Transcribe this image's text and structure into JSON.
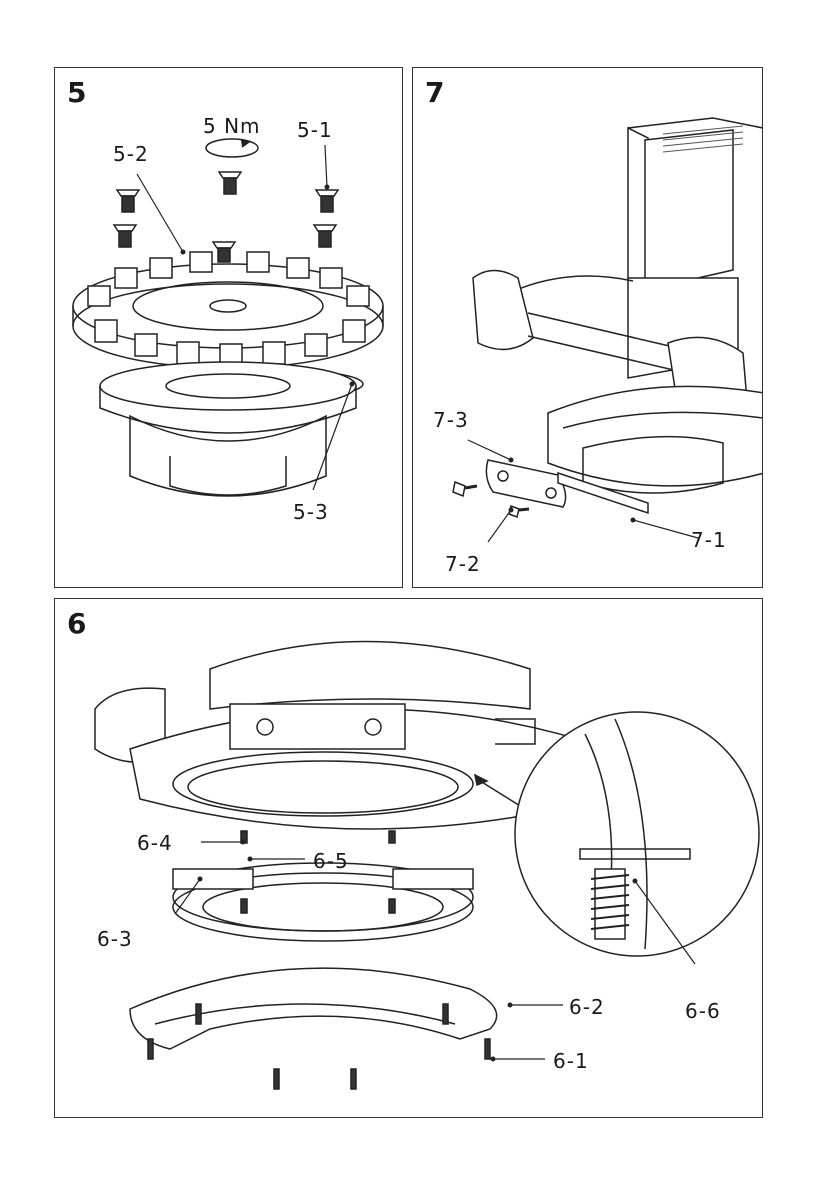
{
  "panels": {
    "p5": {
      "number": "5",
      "torque": "5 Nm",
      "labels": {
        "l1": "5-1",
        "l2": "5-2",
        "l3": "5-3"
      }
    },
    "p7": {
      "number": "7",
      "labels": {
        "l1": "7-1",
        "l2": "7-2",
        "l3": "7-3"
      }
    },
    "p6": {
      "number": "6",
      "labels": {
        "l1": "6-1",
        "l2": "6-2",
        "l3": "6-3",
        "l4": "6-4",
        "l5": "6-5",
        "l6": "6-6"
      }
    }
  }
}
